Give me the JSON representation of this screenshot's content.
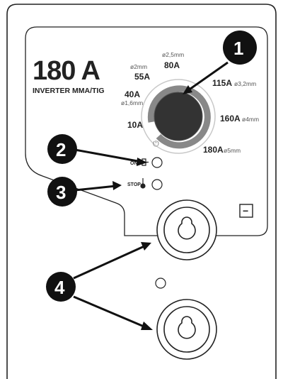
{
  "panel": {
    "rating": "180 A",
    "model": "INVERTER MMA/TIG",
    "polarity_negative_symbol": "−",
    "power_symbol": "⏻"
  },
  "dial": {
    "ring_color": "#888888",
    "knob_color": "#333333",
    "settings": [
      {
        "amps": "10A",
        "diameter": ""
      },
      {
        "amps": "40A",
        "diameter": "ø1,6mm"
      },
      {
        "amps": "55A",
        "diameter": "ø2mm"
      },
      {
        "amps": "80A",
        "diameter": "ø2,5mm"
      },
      {
        "amps": "115A",
        "diameter": "ø3,2mm"
      },
      {
        "amps": "160A",
        "diameter": "ø4mm"
      },
      {
        "amps": "180A",
        "diameter": "ø5mm"
      }
    ]
  },
  "indicators": {
    "on_label": "ON",
    "stop_label": "STOP"
  },
  "callouts": [
    "1",
    "2",
    "3",
    "4"
  ]
}
